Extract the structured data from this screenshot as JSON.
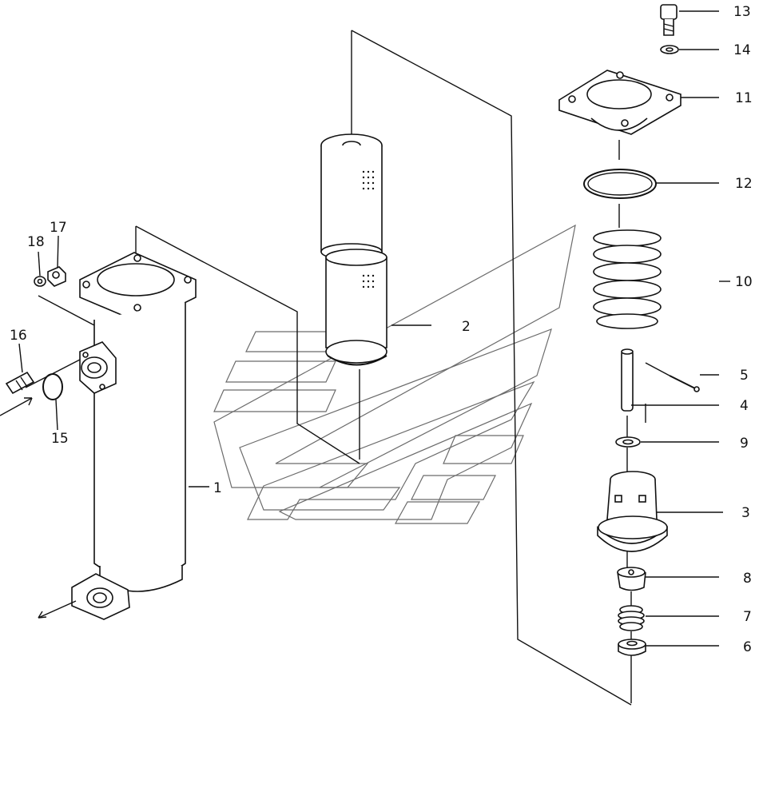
{
  "diagram": {
    "parts": [
      {
        "number": "1"
      },
      {
        "number": "2"
      },
      {
        "number": "3"
      },
      {
        "number": "4"
      },
      {
        "number": "5"
      },
      {
        "number": "6"
      },
      {
        "number": "7"
      },
      {
        "number": "8"
      },
      {
        "number": "9"
      },
      {
        "number": "10"
      },
      {
        "number": "11"
      },
      {
        "number": "12"
      },
      {
        "number": "13"
      },
      {
        "number": "14"
      },
      {
        "number": "15"
      },
      {
        "number": "16"
      },
      {
        "number": "17"
      },
      {
        "number": "18"
      }
    ]
  },
  "colors": {
    "line": "#111111",
    "watermark": "#6b6b6b",
    "background": "#ffffff"
  }
}
